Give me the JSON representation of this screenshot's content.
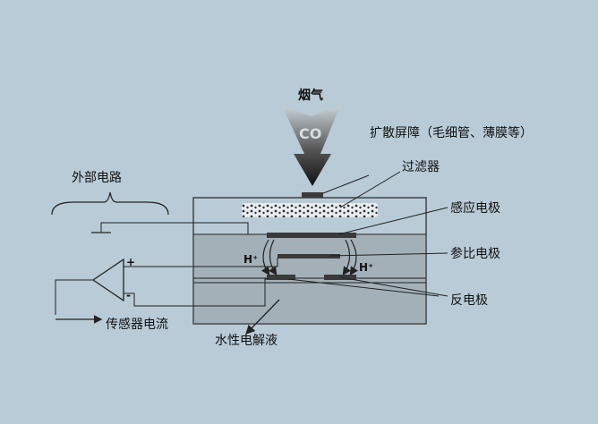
{
  "labels": {
    "smoke": "烟气",
    "gas": "CO",
    "diffusion_barrier": "扩散屏障（毛细管、薄膜等）",
    "filter": "过滤器",
    "external_circuit": "外部电路",
    "sensing_electrode": "感应电极",
    "reference_electrode": "参比电极",
    "counter_electrode": "反电极",
    "sensor_current": "传感器电流",
    "electrolyte": "水性电解液",
    "proton_left": "H⁺",
    "proton_right": "H⁺",
    "plus": "+",
    "minus": "-"
  },
  "colors": {
    "background": "#b8cbd6",
    "electrode": "#3a3a3a",
    "line": "#222222"
  }
}
